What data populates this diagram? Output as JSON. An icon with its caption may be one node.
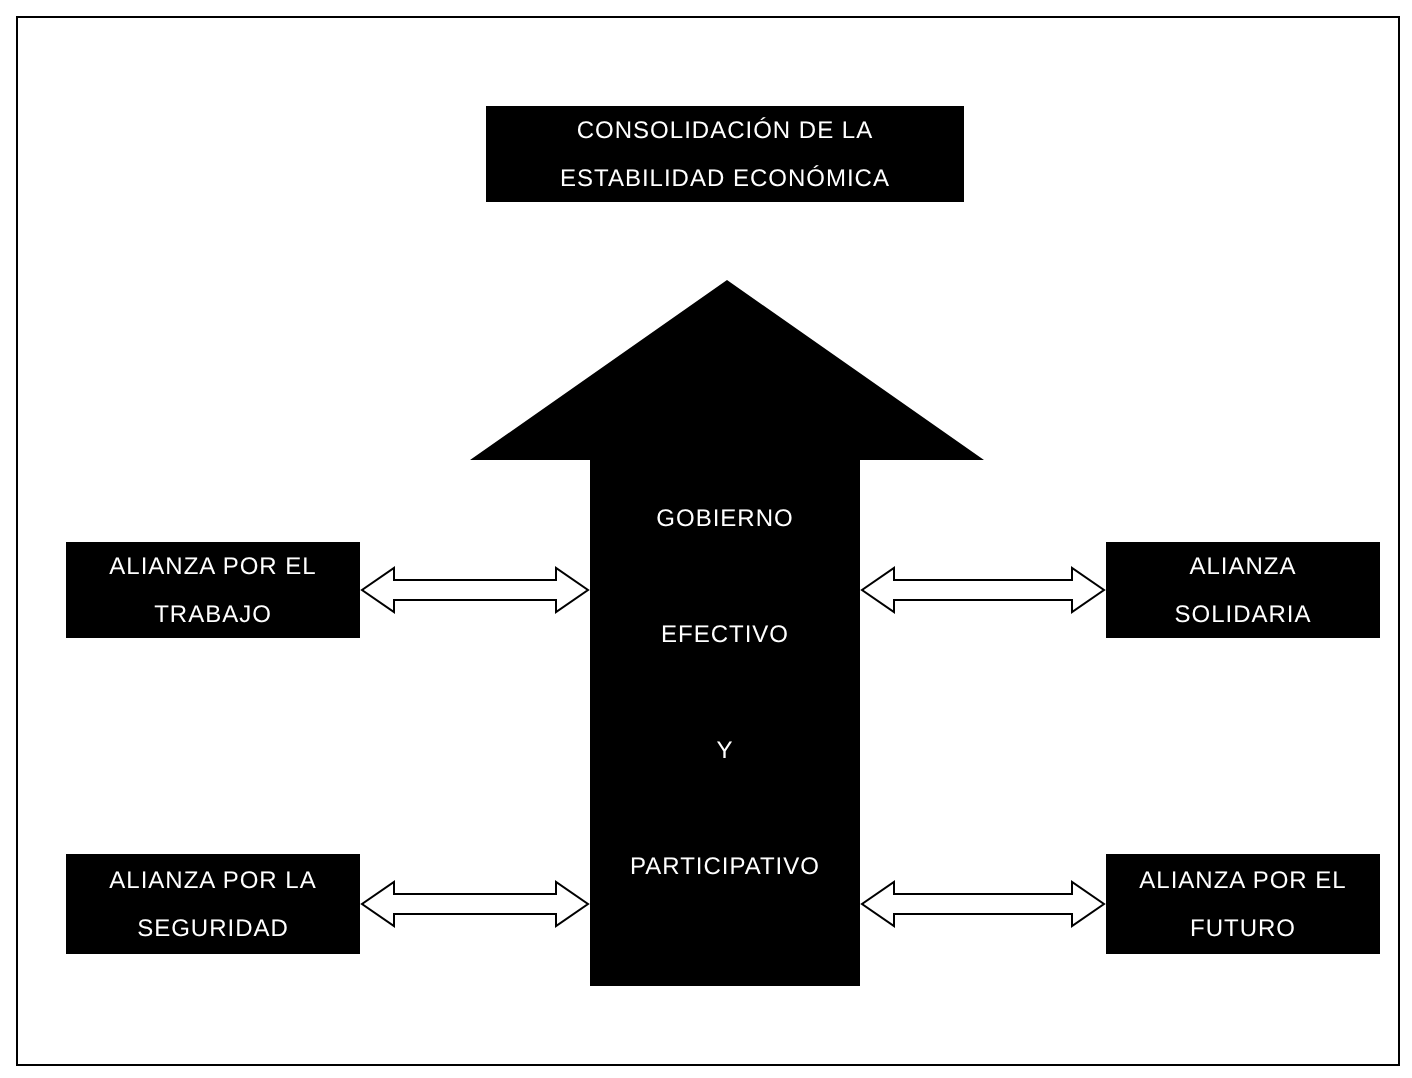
{
  "diagram": {
    "nodes": [
      {
        "text": [
          "CONSOLIDACIÓN DE LA ESTABILIDAD ECONÓMICA"
        ]
      },
      {
        "text": [
          "GOBIERNO",
          "EFECTIVO",
          "Y",
          "PARTICIPATIVO"
        ]
      },
      {
        "text": [
          "ALIANZA POR EL TRABAJO"
        ]
      },
      {
        "text": [
          "ALIANZA SOLIDARIA"
        ]
      },
      {
        "text": [
          "ALIANZA POR LA SEGURIDAD"
        ]
      },
      {
        "text": [
          "ALIANZA POR EL FUTURO"
        ]
      }
    ],
    "edges": [
      {
        "from": 2,
        "to": 1,
        "arrow": "both"
      },
      {
        "from": 1,
        "to": 3,
        "arrow": "both"
      },
      {
        "from": 4,
        "to": 1,
        "arrow": "both"
      },
      {
        "from": 1,
        "to": 5,
        "arrow": "both"
      }
    ]
  }
}
